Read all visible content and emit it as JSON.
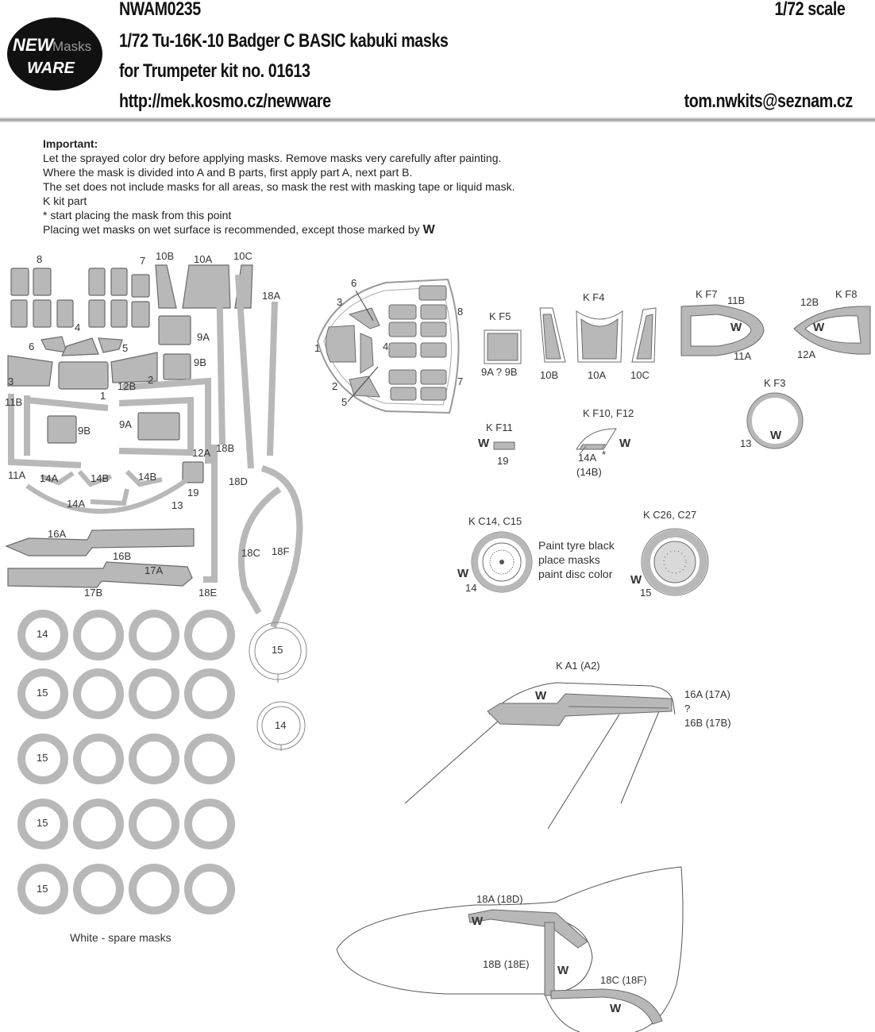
{
  "header": {
    "code": "NWAM0235",
    "scale": "1/72 scale",
    "title": "1/72 Tu-16K-10 Badger C BASIC kabuki masks",
    "subtitle": "for Trumpeter kit no. 01613",
    "website": "http://mek.kosmo.cz/newware",
    "email": "tom.nwkits@seznam.cz",
    "logo_word_1": "NEW",
    "logo_word_2": "Masks",
    "logo_word_3": "WARE"
  },
  "instructions": {
    "heading": "Important:",
    "lines": [
      "Let the sprayed color dry before applying masks. Remove masks very carefully after painting.",
      "Where the mask is divided into A and B parts, first apply part A, next part B.",
      "The set does not include masks for all areas, so mask the rest with masking tape or liquid mask.",
      "K kit part",
      "*  start placing the mask from this point",
      "Placing wet masks on wet surface is recommended, except those marked by"
    ],
    "wet_symbol": "W"
  },
  "sheet_labels": {
    "l8": "8",
    "l7": "7",
    "l10b": "10B",
    "l10a": "10A",
    "l10c": "10C",
    "l18a": "18A",
    "l4": "4",
    "l6": "6",
    "l5": "5",
    "l9a": "9A",
    "l9b": "9B",
    "l3": "3",
    "l2": "2",
    "l1": "1",
    "l12b": "12B",
    "l11b": "11B",
    "l9b2": "9B",
    "l9a2": "9A",
    "l12a": "12A",
    "l18b": "18B",
    "l11a": "11A",
    "l14a": "14A",
    "l14b": "14B",
    "l14b2": "14B",
    "l19": "19",
    "l18d": "18D",
    "l14a2": "14A",
    "l13": "13",
    "l16a": "16A",
    "l16b": "16B",
    "l17a": "17A",
    "l17b": "17B",
    "l18e": "18E",
    "l18c": "18C",
    "l18f": "18F"
  },
  "wheel_labels": {
    "w14a": "14",
    "w15": "15",
    "w15b": "15",
    "w14b": "14",
    "w15c": "15",
    "w15d": "15",
    "w15e": "15"
  },
  "spare_note": "White - spare masks",
  "canopy_labels": {
    "c6": "6",
    "c3": "3",
    "c8": "8",
    "c1": "1",
    "c4": "4",
    "c2": "2",
    "c7": "7",
    "c5": "5"
  },
  "kit_parts": {
    "kf5": "K F5",
    "kf4": "K F4",
    "kf7": "K F7",
    "kf8": "K F8",
    "l11b": "11B",
    "l12b": "12B",
    "l11a": "11A",
    "l12a": "12A",
    "l9a9b": "9A ? 9B",
    "l10b": "10B",
    "l10a": "10A",
    "l10c": "10C",
    "kf3": "K F3",
    "l13": "13",
    "kf11": "K F11",
    "l19": "19",
    "kf10": "K F10, F12",
    "l14a": "14A",
    "star": "*",
    "l14b": "(14B)",
    "kc14": "K C14, C15",
    "kc26": "K C26, C27",
    "wheel_note_1": "Paint tyre black",
    "wheel_note_2": "place masks",
    "wheel_note_3": "paint disc color",
    "w14": "14",
    "w15": "15",
    "ka1": "K A1 (A2)",
    "l16a17a": "16A (17A)",
    "q": "?",
    "l16b17b": "16B (17B)",
    "l18a18d": "18A (18D)",
    "l18b18e": "18B (18E)",
    "l18c18f": "18C  (18F)"
  },
  "colors": {
    "mask_fill": "#b8b8b8",
    "mask_stroke": "#6a6a6a",
    "text": "#222222"
  }
}
